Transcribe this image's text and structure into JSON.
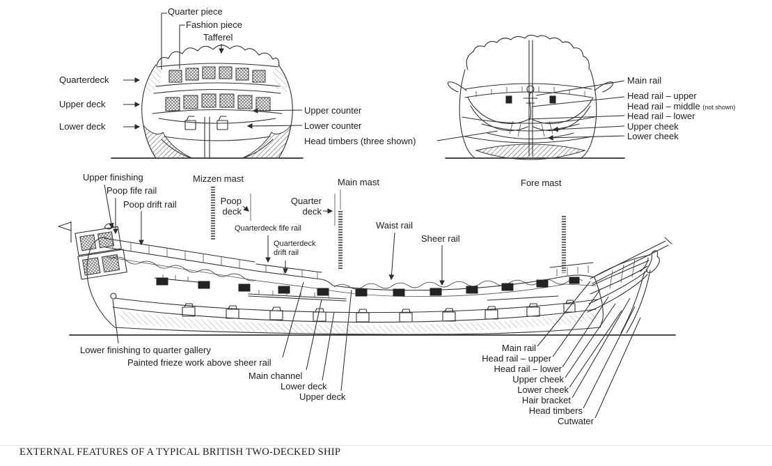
{
  "page": {
    "background": "#ffffff",
    "ink_color": "#2f2f2f",
    "caption": "EXTERNAL FEATURES OF A TYPICAL BRITISH TWO-DECKED SHIP"
  },
  "stern_view": {
    "labels": {
      "quarter_piece": "Quarter piece",
      "fashion_piece": "Fashion piece",
      "tafferel": "Tafferel",
      "quarterdeck": "Quarterdeck",
      "upper_deck": "Upper deck",
      "lower_deck": "Lower deck",
      "upper_counter": "Upper counter",
      "lower_counter": "Lower counter",
      "head_timbers_note": "Head timbers (three shown)"
    }
  },
  "bow_view": {
    "labels": {
      "main_rail": "Main rail",
      "head_rail_upper": "Head rail – upper",
      "head_rail_middle": "Head rail – middle",
      "head_rail_middle_note": "(not shown)",
      "head_rail_lower": "Head rail – lower",
      "upper_cheek": "Upper cheek",
      "lower_cheek": "Lower cheek"
    }
  },
  "side_view": {
    "labels": {
      "upper_finishing": "Upper finishing",
      "poop_fife_rail": "Poop fife rail",
      "poop_drift_rail": "Poop drift rail",
      "mizzen_mast": "Mizzen mast",
      "poop_deck": "Poop deck",
      "quarterdeck_fife_rail": "Quarterdeck fife rail",
      "quarterdeck_drift_rail": "Quarterdeck drift rail",
      "quarter_deck": "Quarter deck",
      "main_mast": "Main mast",
      "waist_rail": "Waist rail",
      "sheer_rail": "Sheer rail",
      "fore_mast": "Fore mast",
      "lower_finishing": "Lower finishing to quarter gallery",
      "painted_frieze": "Painted frieze work above sheer rail",
      "main_channel": "Main channel",
      "lower_deck": "Lower deck",
      "upper_deck": "Upper deck",
      "main_rail": "Main rail",
      "head_rail_upper": "Head rail – upper",
      "head_rail_lower": "Head rail – lower",
      "upper_cheek": "Upper cheek",
      "lower_cheek": "Lower cheek",
      "hair_bracket": "Hair bracket",
      "head_timbers": "Head timbers",
      "cutwater": "Cutwater"
    }
  }
}
